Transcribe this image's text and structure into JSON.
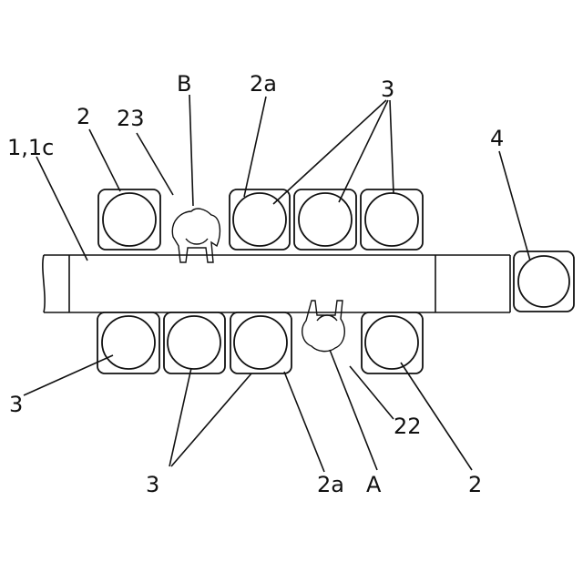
{
  "labels": {
    "conveyor": "1,1c",
    "upper_station_left": "2",
    "upper_zone": "23",
    "worker_upper": "B",
    "upper_station_2a": "2a",
    "upper_units": "3",
    "end_unit": "4",
    "lower_left_unit": "3",
    "lower_units": "3",
    "lower_station_2a": "2a",
    "worker_lower": "A",
    "lower_zone": "22",
    "lower_station_right": "2"
  }
}
